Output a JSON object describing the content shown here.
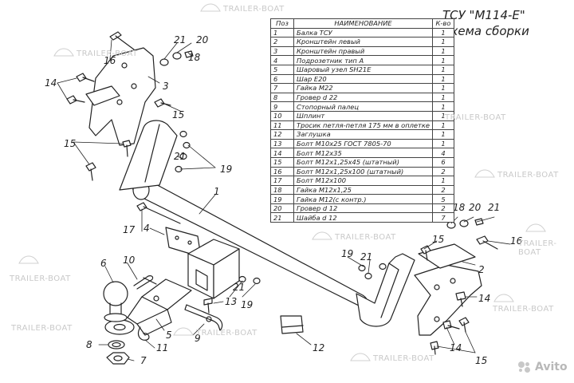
{
  "header": {
    "title": "ТСУ \"M114-E\"",
    "subtitle": "Схема сборки"
  },
  "table": {
    "col_pos": "Поз",
    "col_name": "НАИМЕНОВАНИЕ",
    "col_qty": "К-во",
    "rows": [
      {
        "pos": "1",
        "name": "Балка ТСУ",
        "qty": "1"
      },
      {
        "pos": "2",
        "name": "Кронштейн левый",
        "qty": "1"
      },
      {
        "pos": "3",
        "name": "Кронштейн правый",
        "qty": "1"
      },
      {
        "pos": "4",
        "name": "Подрозетник тип А",
        "qty": "1"
      },
      {
        "pos": "5",
        "name": "Шаровый узел SH21E",
        "qty": "1"
      },
      {
        "pos": "6",
        "name": "Шар E20",
        "qty": "1"
      },
      {
        "pos": "7",
        "name": "Гайка M22",
        "qty": "1"
      },
      {
        "pos": "8",
        "name": "Гровер d 22",
        "qty": "1"
      },
      {
        "pos": "9",
        "name": "Стопорный палец",
        "qty": "1"
      },
      {
        "pos": "10",
        "name": "Шплинт",
        "qty": "1"
      },
      {
        "pos": "11",
        "name": "Тросик петля-петля 175 мм в оплетке",
        "qty": "1"
      },
      {
        "pos": "12",
        "name": "Заглушка",
        "qty": "1"
      },
      {
        "pos": "13",
        "name": "Болт M10x25 ГОСТ 7805-70",
        "qty": "1"
      },
      {
        "pos": "14",
        "name": "Болт M12x35",
        "qty": "4"
      },
      {
        "pos": "15",
        "name": "Болт M12x1,25x45 (штатный)",
        "qty": "6"
      },
      {
        "pos": "16",
        "name": "Болт M12x1,25x100 (штатный)",
        "qty": "2"
      },
      {
        "pos": "17",
        "name": "Болт M12x100",
        "qty": "1"
      },
      {
        "pos": "18",
        "name": "Гайка M12x1,25",
        "qty": "2"
      },
      {
        "pos": "19",
        "name": "Гайка M12(с контр.)",
        "qty": "5"
      },
      {
        "pos": "20",
        "name": "Гровер d 12",
        "qty": "2"
      },
      {
        "pos": "21",
        "name": "Шайба d 12",
        "qty": "7"
      }
    ]
  },
  "watermark": {
    "text": "TRAILER-BOAT",
    "marketplace": "Avito"
  },
  "callouts": [
    {
      "n": "1",
      "id": "c1"
    },
    {
      "n": "2",
      "id": "c2"
    },
    {
      "n": "3",
      "id": "c3"
    },
    {
      "n": "4",
      "id": "c4"
    },
    {
      "n": "5",
      "id": "c5"
    },
    {
      "n": "6",
      "id": "c6"
    },
    {
      "n": "7",
      "id": "c7"
    },
    {
      "n": "8",
      "id": "c8"
    },
    {
      "n": "9",
      "id": "c9"
    },
    {
      "n": "10",
      "id": "c10"
    },
    {
      "n": "11",
      "id": "c11"
    },
    {
      "n": "12",
      "id": "c12"
    },
    {
      "n": "13",
      "id": "c13"
    },
    {
      "n": "14",
      "id": "c14a"
    },
    {
      "n": "14",
      "id": "c14b"
    },
    {
      "n": "14",
      "id": "c14c"
    },
    {
      "n": "15",
      "id": "c15a"
    },
    {
      "n": "15",
      "id": "c15b"
    },
    {
      "n": "15",
      "id": "c15c"
    },
    {
      "n": "15",
      "id": "c15d"
    },
    {
      "n": "16",
      "id": "c16a"
    },
    {
      "n": "16",
      "id": "c16b"
    },
    {
      "n": "17",
      "id": "c17"
    },
    {
      "n": "18",
      "id": "c18a"
    },
    {
      "n": "18",
      "id": "c18b"
    },
    {
      "n": "19",
      "id": "c19a"
    },
    {
      "n": "19",
      "id": "c19b"
    },
    {
      "n": "19",
      "id": "c19c"
    },
    {
      "n": "20",
      "id": "c20a"
    },
    {
      "n": "20",
      "id": "c20b"
    },
    {
      "n": "21",
      "id": "c21a"
    },
    {
      "n": "21",
      "id": "c21b"
    },
    {
      "n": "21",
      "id": "c21c"
    },
    {
      "n": "21",
      "id": "c21d"
    },
    {
      "n": "21",
      "id": "c21e"
    }
  ],
  "colors": {
    "line": "#222222",
    "watermark": "#c9c9c9"
  }
}
